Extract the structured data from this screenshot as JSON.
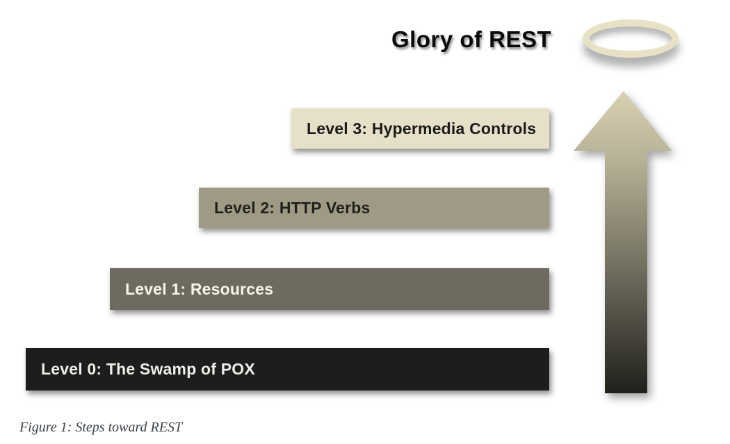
{
  "figure": {
    "title": "Glory of REST",
    "caption": "Figure 1: Steps toward REST",
    "levels": [
      {
        "id": 0,
        "label": "Level 0: The Swamp of POX",
        "color": "#1d1d1d",
        "text_color": "#efede7"
      },
      {
        "id": 1,
        "label": "Level 1: Resources",
        "color": "#6e6a5f",
        "text_color": "#f7f4ec"
      },
      {
        "id": 2,
        "label": "Level 2: HTTP Verbs",
        "color": "#9f9a86",
        "text_color": "#201f1a"
      },
      {
        "id": 3,
        "label": "Level 3: Hypermedia Controls",
        "color": "#e7e0c8",
        "text_color": "#1b1b1b"
      }
    ],
    "icons": {
      "halo": "halo-ellipse-icon",
      "arrow": "up-arrow-icon"
    },
    "colors": {
      "background": "#ffffff",
      "halo_ring": "#e8e1c5",
      "arrow_gradient_top": "#d9d1b3",
      "arrow_gradient_mid1": "#b3ad93",
      "arrow_gradient_mid2": "#6b685a",
      "arrow_gradient_bottom": "#20201b",
      "caption_text": "#3c4247",
      "title_text": "#0a0a0a"
    }
  }
}
